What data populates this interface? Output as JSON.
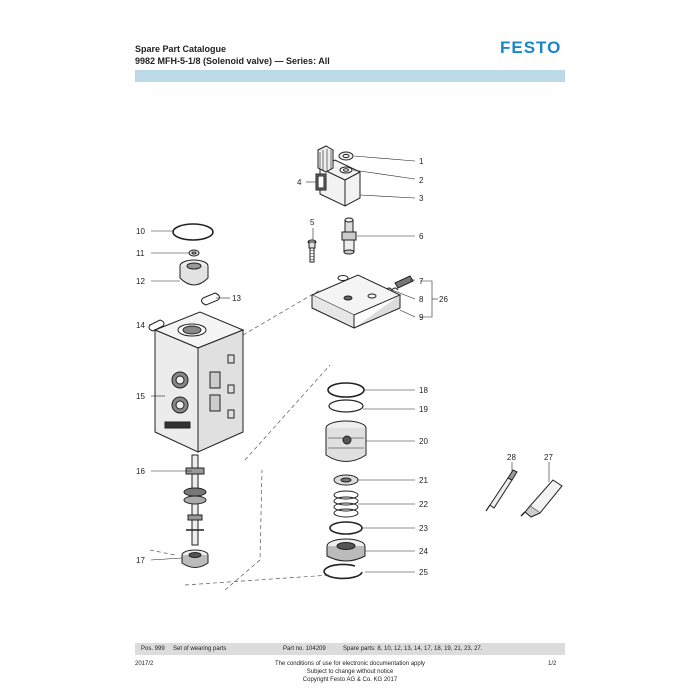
{
  "header": {
    "title": "Spare Part Catalogue",
    "subtitle": "9982  MFH-5-1/8  (Solenoid valve)  —  Series: All",
    "logo": "FESTO",
    "brand_color": "#1a86c8",
    "band_color": "#bcd9e8"
  },
  "callouts": [
    "1",
    "2",
    "3",
    "4",
    "5",
    "6",
    "7",
    "8",
    "9",
    "10",
    "11",
    "12",
    "13",
    "14",
    "15",
    "16",
    "17",
    "18",
    "19",
    "20",
    "21",
    "22",
    "23",
    "24",
    "25",
    "26",
    "27",
    "28"
  ],
  "footer_bar": {
    "pos": "Pos. 999",
    "set": "Set of wearing parts",
    "part_no": "Part no. 104209",
    "spare_parts": "Spare parts: 8, 10, 12, 13, 14, 17, 18, 19, 21, 23, 27."
  },
  "footer": {
    "date": "2017/2",
    "conditions": "The conditions of use for electronic documentation apply",
    "notice": "Subject to change without notice",
    "copyright": "Copyright Festo AG & Co. KG 2017",
    "page": "1/2"
  }
}
